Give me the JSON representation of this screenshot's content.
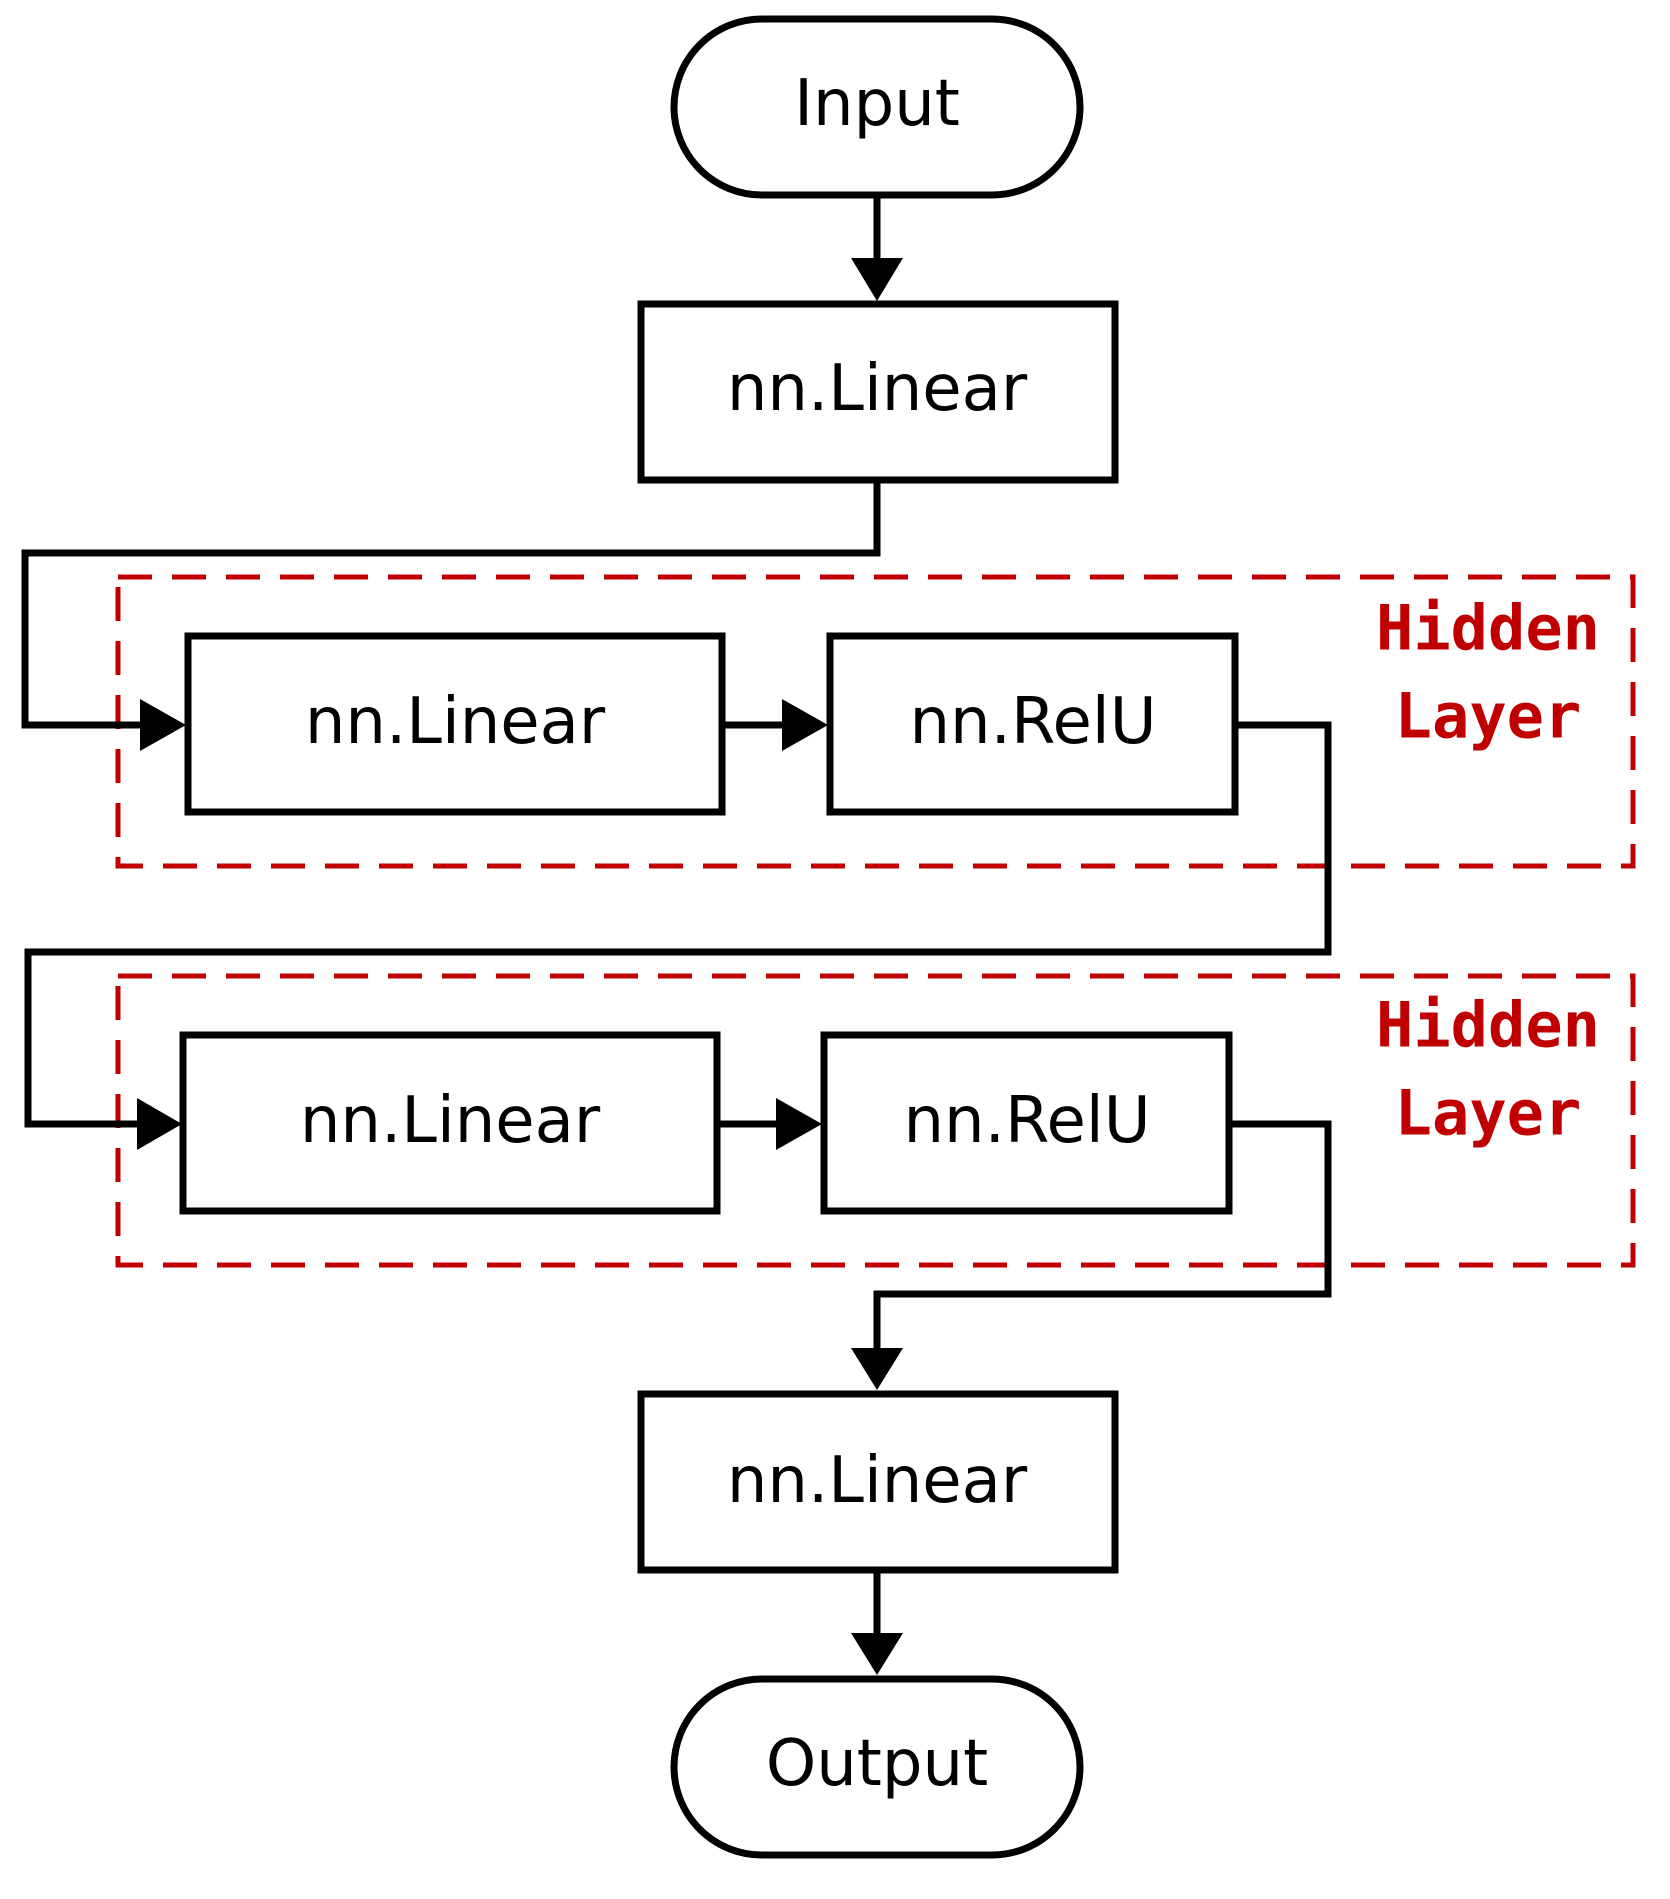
{
  "diagram": {
    "colors": {
      "stroke": "#000000",
      "group": "#c00000",
      "background": "#ffffff"
    },
    "nodes": {
      "input": {
        "label": "Input",
        "shape": "terminal"
      },
      "linear_in": {
        "label": "nn.Linear",
        "shape": "process"
      },
      "h1_linear": {
        "label": "nn.Linear",
        "shape": "process"
      },
      "h1_relu": {
        "label": "nn.RelU",
        "shape": "process"
      },
      "h2_linear": {
        "label": "nn.Linear",
        "shape": "process"
      },
      "h2_relu": {
        "label": "nn.RelU",
        "shape": "process"
      },
      "linear_out": {
        "label": "nn.Linear",
        "shape": "process"
      },
      "output": {
        "label": "Output",
        "shape": "terminal"
      }
    },
    "groups": [
      {
        "line1": "Hidden",
        "line2": "Layer",
        "members": [
          "h1_linear",
          "h1_relu"
        ]
      },
      {
        "line1": "Hidden",
        "line2": "Layer",
        "members": [
          "h2_linear",
          "h2_relu"
        ]
      }
    ],
    "edges": [
      {
        "from": "input",
        "to": "linear_in"
      },
      {
        "from": "linear_in",
        "to": "h1_linear"
      },
      {
        "from": "h1_linear",
        "to": "h1_relu"
      },
      {
        "from": "h1_relu",
        "to": "h2_linear"
      },
      {
        "from": "h2_linear",
        "to": "h2_relu"
      },
      {
        "from": "h2_relu",
        "to": "linear_out"
      },
      {
        "from": "linear_out",
        "to": "output"
      }
    ]
  }
}
